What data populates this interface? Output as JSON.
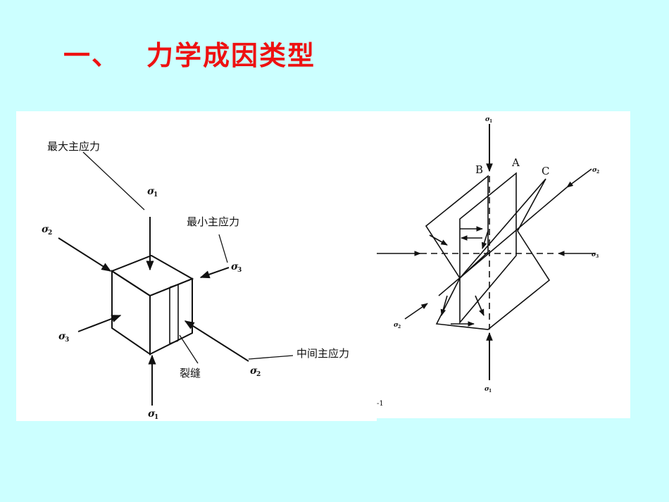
{
  "slide": {
    "title_number": "一、",
    "title_text": "力学成因类型"
  },
  "left_figure": {
    "label_max_principal": "最大主应力",
    "label_min_principal": "最小主应力",
    "label_intermediate_principal": "中间主应力",
    "label_crack": "裂缝",
    "sigma_symbol": "σ",
    "sub_1": "1",
    "sub_2": "2",
    "sub_3": "3"
  },
  "right_figure": {
    "plane_B": "B",
    "plane_A": "A",
    "plane_C": "C",
    "sigma_symbol": "σ",
    "sub_1": "1",
    "sub_2": "2",
    "sub_3": "3",
    "fragment": "-1"
  }
}
